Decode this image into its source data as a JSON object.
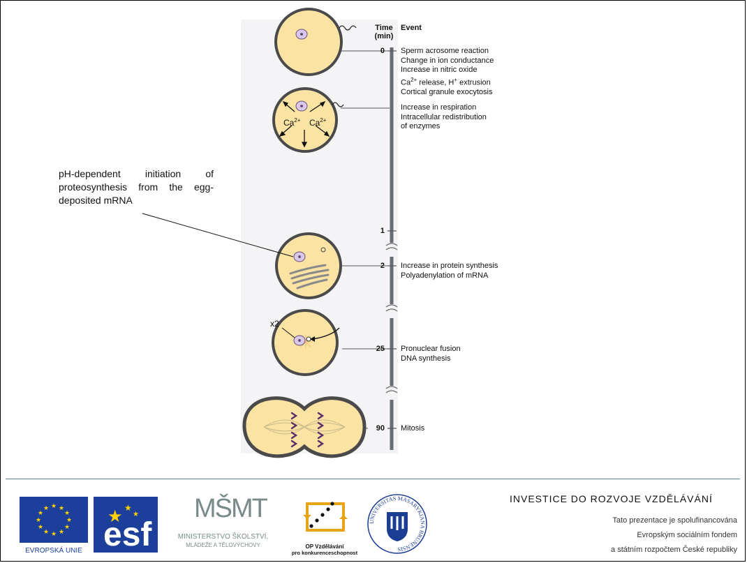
{
  "headers": {
    "time": "Time",
    "time_unit": "(min)",
    "event": "Event"
  },
  "ticks": [
    "0",
    "1",
    "2",
    "25",
    "90"
  ],
  "events": {
    "t0": [
      "Sperm acrosome reaction",
      "Change in ion conductance",
      "Increase in nitric oxide",
      "Ca2+ release, H+ extrusion",
      "Cortical granule exocytosis"
    ],
    "t0b": [
      "Increase in respiration",
      "Intracellular redistribution",
      "of enzymes"
    ],
    "t2": [
      "Increase in protein synthesis",
      "Polyadenylation of mRNA"
    ],
    "t25": [
      "Pronuclear fusion",
      "DNA synthesis"
    ],
    "t90": [
      "Mitosis"
    ]
  },
  "cell_labels": {
    "ca_left": "Ca2+",
    "ca_right": "Ca2+",
    "x2": "x2"
  },
  "annotation": "pH-dependent initiation of proteosynthesis from the egg-deposited mRNA",
  "footer": {
    "eu_label": "EVROPSKÁ UNIE",
    "esf_label": "esf",
    "msmt_line1": "MINISTERSTVO ŠKOLSTVÍ,",
    "msmt_line2": "MLÁDEŽE A TĚLOVÝCHOVY",
    "op_line1": "OP Vzdělávání",
    "op_line2": "pro konkurenceschopnost",
    "univ_text": "UNIVERSITAS MASARYKIANA BRUNENSIS",
    "investice": "INVESTICE DO ROZVOJE VZDĚLÁVÁNÍ",
    "funding": [
      "Tato prezentace je spolufinancována",
      "Evropským sociálním fondem",
      "a státním rozpočtem České republiky"
    ]
  },
  "colors": {
    "cell_fill": "#fbe3a4",
    "cell_border": "#4a4a4a",
    "nucleus": "#d9c8ea",
    "axis": "#666e74",
    "eu_blue": "#1b3f9a",
    "eu_star": "#ffd200",
    "msmt": "#7a8a8a",
    "op_orange": "#e8a317",
    "univ_blue": "#1c3d94"
  }
}
